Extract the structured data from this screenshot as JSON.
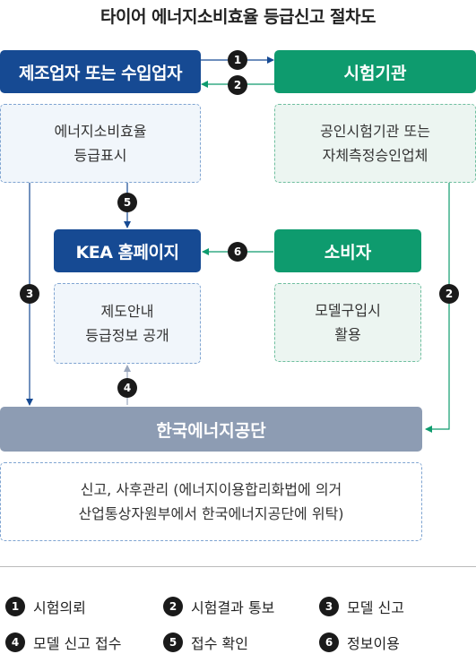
{
  "title": "타이어 에너지소비효율 등급신고 절차도",
  "nodes": {
    "manufacturer": "제조업자 또는 수입업자",
    "test_agency": "시험기관",
    "energy_label": "에너지소비효율\n등급표시",
    "certified_agency": "공인시험기관 또는\n자체측정승인업체",
    "kea_homepage": "KEA 홈페이지",
    "consumer": "소비자",
    "system_info": "제도안내\n등급정보 공개",
    "model_purchase": "모델구입시\n활용",
    "kea": "한국에너지공단",
    "reporting": "신고, 사후관리 (에너지이용합리화법에 의거\n산업통상자원부에서 한국에너지공단에 위탁)"
  },
  "steps": [
    "1",
    "2",
    "3",
    "4",
    "5",
    "6"
  ],
  "legend": [
    {
      "num": "1",
      "label": "시험의뢰"
    },
    {
      "num": "2",
      "label": "시험결과 통보"
    },
    {
      "num": "3",
      "label": "모델 신고"
    },
    {
      "num": "4",
      "label": "모델 신고 접수"
    },
    {
      "num": "5",
      "label": "접수 확인"
    },
    {
      "num": "6",
      "label": "정보이용"
    }
  ],
  "colors": {
    "navy": "#164a93",
    "green": "#0e9b6e",
    "gray": "#8d9cb3",
    "arrow_navy": "#164a93",
    "arrow_green": "#0e9b6e",
    "arrow_gray": "#9aa7bd"
  }
}
